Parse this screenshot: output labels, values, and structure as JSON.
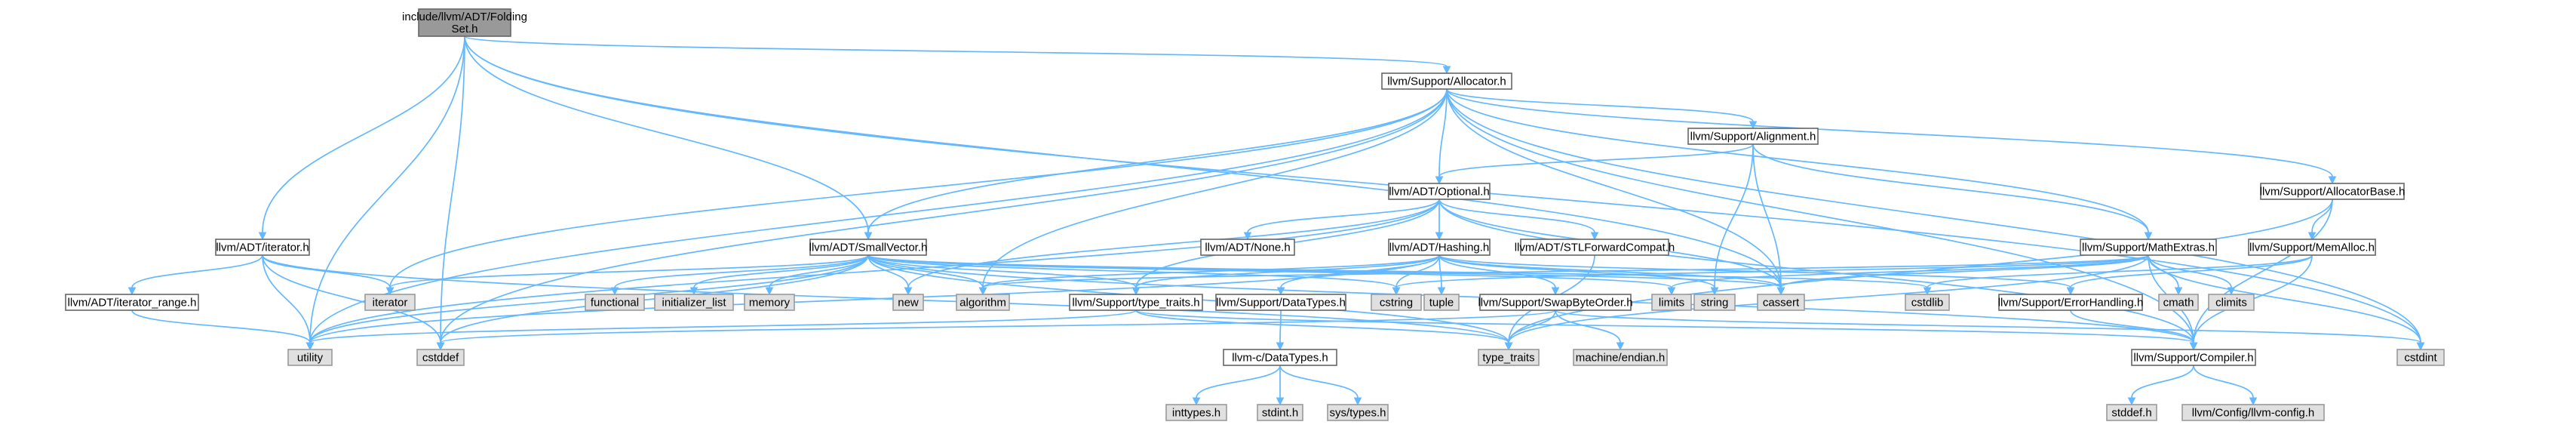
{
  "diagram": {
    "title": "",
    "colors": {
      "background": "#ffffff",
      "edge": "#63b8ff",
      "root_fill": "#999999",
      "header_fill": "#ffffff",
      "system_fill": "#e0e0e0",
      "border": "#666666",
      "system_border": "#999999"
    },
    "nodes": [
      {
        "id": "root",
        "lines": [
          "include/llvm/ADT/Folding",
          "Set.h"
        ],
        "kind": "root"
      },
      {
        "id": "allocator",
        "lines": [
          "llvm/Support/Allocator.h"
        ],
        "kind": "header"
      },
      {
        "id": "adt_iterator",
        "lines": [
          "llvm/ADT/iterator.h"
        ],
        "kind": "header"
      },
      {
        "id": "smallvector",
        "lines": [
          "llvm/ADT/SmallVector.h"
        ],
        "kind": "header"
      },
      {
        "id": "alignment",
        "lines": [
          "llvm/Support/Alignment.h"
        ],
        "kind": "header"
      },
      {
        "id": "optional",
        "lines": [
          "llvm/ADT/Optional.h"
        ],
        "kind": "header"
      },
      {
        "id": "allocatorbase",
        "lines": [
          "llvm/Support/AllocatorBase.h"
        ],
        "kind": "header"
      },
      {
        "id": "iterator_range",
        "lines": [
          "llvm/ADT/iterator_range.h"
        ],
        "kind": "header"
      },
      {
        "id": "none",
        "lines": [
          "llvm/ADT/None.h"
        ],
        "kind": "header"
      },
      {
        "id": "hashing",
        "lines": [
          "llvm/ADT/Hashing.h"
        ],
        "kind": "header"
      },
      {
        "id": "stlforward",
        "lines": [
          "llvm/ADT/STLForwardCompat.h"
        ],
        "kind": "header"
      },
      {
        "id": "mathextras",
        "lines": [
          "llvm/Support/MathExtras.h"
        ],
        "kind": "header"
      },
      {
        "id": "memalloc",
        "lines": [
          "llvm/Support/MemAlloc.h"
        ],
        "kind": "header"
      },
      {
        "id": "type_traits_h",
        "lines": [
          "llvm/Support/type_traits.h"
        ],
        "kind": "header"
      },
      {
        "id": "datatypes",
        "lines": [
          "llvm/Support/DataTypes.h"
        ],
        "kind": "header"
      },
      {
        "id": "swapbyteorder",
        "lines": [
          "llvm/Support/SwapByteOrder.h"
        ],
        "kind": "header"
      },
      {
        "id": "errorhandling",
        "lines": [
          "llvm/Support/ErrorHandling.h"
        ],
        "kind": "header"
      },
      {
        "id": "c_datatypes",
        "lines": [
          "llvm-c/DataTypes.h"
        ],
        "kind": "header"
      },
      {
        "id": "compiler",
        "lines": [
          "llvm/Support/Compiler.h"
        ],
        "kind": "header"
      },
      {
        "id": "iterator",
        "lines": [
          "iterator"
        ],
        "kind": "system"
      },
      {
        "id": "functional",
        "lines": [
          "functional"
        ],
        "kind": "system"
      },
      {
        "id": "initializer_list",
        "lines": [
          "initializer_list"
        ],
        "kind": "system"
      },
      {
        "id": "memory",
        "lines": [
          "memory"
        ],
        "kind": "system"
      },
      {
        "id": "new",
        "lines": [
          "new"
        ],
        "kind": "system"
      },
      {
        "id": "algorithm",
        "lines": [
          "algorithm"
        ],
        "kind": "system"
      },
      {
        "id": "cstring",
        "lines": [
          "cstring"
        ],
        "kind": "system"
      },
      {
        "id": "tuple",
        "lines": [
          "tuple"
        ],
        "kind": "system"
      },
      {
        "id": "limits",
        "lines": [
          "limits"
        ],
        "kind": "system"
      },
      {
        "id": "string",
        "lines": [
          "string"
        ],
        "kind": "system"
      },
      {
        "id": "cassert",
        "lines": [
          "cassert"
        ],
        "kind": "system"
      },
      {
        "id": "cstdlib",
        "lines": [
          "cstdlib"
        ],
        "kind": "system"
      },
      {
        "id": "cmath",
        "lines": [
          "cmath"
        ],
        "kind": "system"
      },
      {
        "id": "climits",
        "lines": [
          "climits"
        ],
        "kind": "system"
      },
      {
        "id": "utility",
        "lines": [
          "utility"
        ],
        "kind": "system"
      },
      {
        "id": "cstddef",
        "lines": [
          "cstddef"
        ],
        "kind": "system"
      },
      {
        "id": "type_traits",
        "lines": [
          "type_traits"
        ],
        "kind": "system"
      },
      {
        "id": "machine_endian",
        "lines": [
          "machine/endian.h"
        ],
        "kind": "system"
      },
      {
        "id": "cstdint",
        "lines": [
          "cstdint"
        ],
        "kind": "system"
      },
      {
        "id": "inttypes",
        "lines": [
          "inttypes.h"
        ],
        "kind": "system"
      },
      {
        "id": "stdint",
        "lines": [
          "stdint.h"
        ],
        "kind": "system"
      },
      {
        "id": "sys_types",
        "lines": [
          "sys/types.h"
        ],
        "kind": "system"
      },
      {
        "id": "stddef",
        "lines": [
          "stddef.h"
        ],
        "kind": "system"
      },
      {
        "id": "llvm_config",
        "lines": [
          "llvm/Config/llvm-config.h"
        ],
        "kind": "system"
      }
    ],
    "edges": [
      [
        "root",
        "allocator"
      ],
      [
        "root",
        "adt_iterator"
      ],
      [
        "root",
        "smallvector"
      ],
      [
        "root",
        "utility"
      ],
      [
        "root",
        "cstddef"
      ],
      [
        "root",
        "cstdint"
      ],
      [
        "root",
        "cassert"
      ],
      [
        "allocator",
        "alignment"
      ],
      [
        "allocator",
        "optional"
      ],
      [
        "allocator",
        "allocatorbase"
      ],
      [
        "allocator",
        "mathextras"
      ],
      [
        "allocator",
        "smallvector"
      ],
      [
        "allocator",
        "compiler"
      ],
      [
        "allocator",
        "algorithm"
      ],
      [
        "allocator",
        "cassert"
      ],
      [
        "allocator",
        "cstddef"
      ],
      [
        "allocator",
        "cstdint"
      ],
      [
        "allocator",
        "iterator"
      ],
      [
        "allocator",
        "utility"
      ],
      [
        "adt_iterator",
        "iterator_range"
      ],
      [
        "adt_iterator",
        "cstddef"
      ],
      [
        "adt_iterator",
        "iterator"
      ],
      [
        "adt_iterator",
        "type_traits"
      ],
      [
        "adt_iterator",
        "utility"
      ],
      [
        "iterator_range",
        "utility"
      ],
      [
        "smallvector",
        "compiler"
      ],
      [
        "smallvector",
        "type_traits_h"
      ],
      [
        "smallvector",
        "algorithm"
      ],
      [
        "smallvector",
        "cassert"
      ],
      [
        "smallvector",
        "cstddef"
      ],
      [
        "smallvector",
        "cstdlib"
      ],
      [
        "smallvector",
        "cstring"
      ],
      [
        "smallvector",
        "functional"
      ],
      [
        "smallvector",
        "initializer_list"
      ],
      [
        "smallvector",
        "iterator"
      ],
      [
        "smallvector",
        "limits"
      ],
      [
        "smallvector",
        "memory"
      ],
      [
        "smallvector",
        "new"
      ],
      [
        "smallvector",
        "type_traits"
      ],
      [
        "smallvector",
        "utility"
      ],
      [
        "alignment",
        "mathextras"
      ],
      [
        "alignment",
        "cassert"
      ],
      [
        "alignment",
        "optional"
      ],
      [
        "alignment",
        "string"
      ],
      [
        "optional",
        "none"
      ],
      [
        "optional",
        "stlforward"
      ],
      [
        "optional",
        "hashing"
      ],
      [
        "optional",
        "compiler"
      ],
      [
        "optional",
        "type_traits_h"
      ],
      [
        "optional",
        "cassert"
      ],
      [
        "optional",
        "new"
      ],
      [
        "optional",
        "utility"
      ],
      [
        "hashing",
        "datatypes"
      ],
      [
        "hashing",
        "errorhandling"
      ],
      [
        "hashing",
        "swapbyteorder"
      ],
      [
        "hashing",
        "type_traits_h"
      ],
      [
        "hashing",
        "algorithm"
      ],
      [
        "hashing",
        "cassert"
      ],
      [
        "hashing",
        "cstring"
      ],
      [
        "hashing",
        "string"
      ],
      [
        "hashing",
        "tuple"
      ],
      [
        "hashing",
        "utility"
      ],
      [
        "stlforward",
        "type_traits"
      ],
      [
        "type_traits_h",
        "compiler"
      ],
      [
        "type_traits_h",
        "type_traits"
      ],
      [
        "type_traits_h",
        "utility"
      ],
      [
        "datatypes",
        "c_datatypes"
      ],
      [
        "c_datatypes",
        "inttypes"
      ],
      [
        "c_datatypes",
        "stdint"
      ],
      [
        "c_datatypes",
        "sys_types"
      ],
      [
        "swapbyteorder",
        "cstddef"
      ],
      [
        "swapbyteorder",
        "cstdint"
      ],
      [
        "swapbyteorder",
        "type_traits"
      ],
      [
        "swapbyteorder",
        "machine_endian"
      ],
      [
        "errorhandling",
        "compiler"
      ],
      [
        "mathextras",
        "compiler"
      ],
      [
        "mathextras",
        "cassert"
      ],
      [
        "mathextras",
        "climits"
      ],
      [
        "mathextras",
        "cmath"
      ],
      [
        "mathextras",
        "cstdint"
      ],
      [
        "mathextras",
        "cstring"
      ],
      [
        "mathextras",
        "limits"
      ],
      [
        "mathextras",
        "type_traits"
      ],
      [
        "mathextras",
        "algorithm"
      ],
      [
        "allocatorbase",
        "compiler"
      ],
      [
        "allocatorbase",
        "memalloc"
      ],
      [
        "allocatorbase",
        "type_traits"
      ],
      [
        "memalloc",
        "compiler"
      ],
      [
        "memalloc",
        "errorhandling"
      ],
      [
        "memalloc",
        "cstdlib"
      ],
      [
        "compiler",
        "llvm_config"
      ],
      [
        "compiler",
        "stddef"
      ]
    ]
  }
}
